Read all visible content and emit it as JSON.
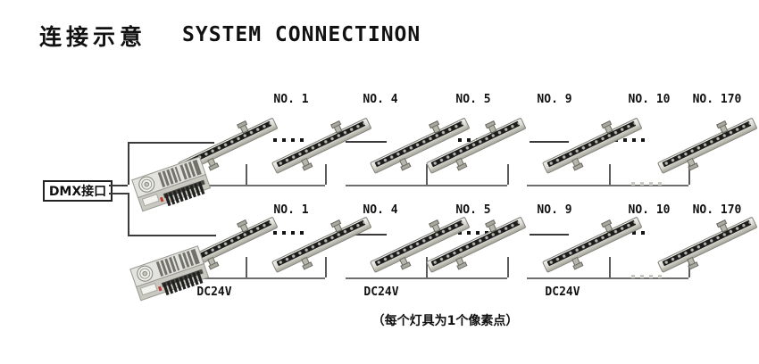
{
  "header": {
    "title_cn": "连接示意",
    "title_en": "SYSTEM CONNECTINON"
  },
  "dmx": {
    "label": "DMX接口"
  },
  "rows": [
    {
      "fixture_labels": [
        "NO. 1",
        "NO. 4",
        "NO. 5",
        "NO. 9",
        "NO. 10",
        "NO. 170"
      ],
      "power_labels": []
    },
    {
      "fixture_labels": [
        "NO. 1",
        "NO. 4",
        "NO. 5",
        "NO. 9",
        "NO. 10",
        "NO. 170"
      ],
      "power_labels": [
        "DC24V",
        "DC24V",
        "DC24V"
      ]
    }
  ],
  "caption": "（每个灯具为1个像素点）"
}
